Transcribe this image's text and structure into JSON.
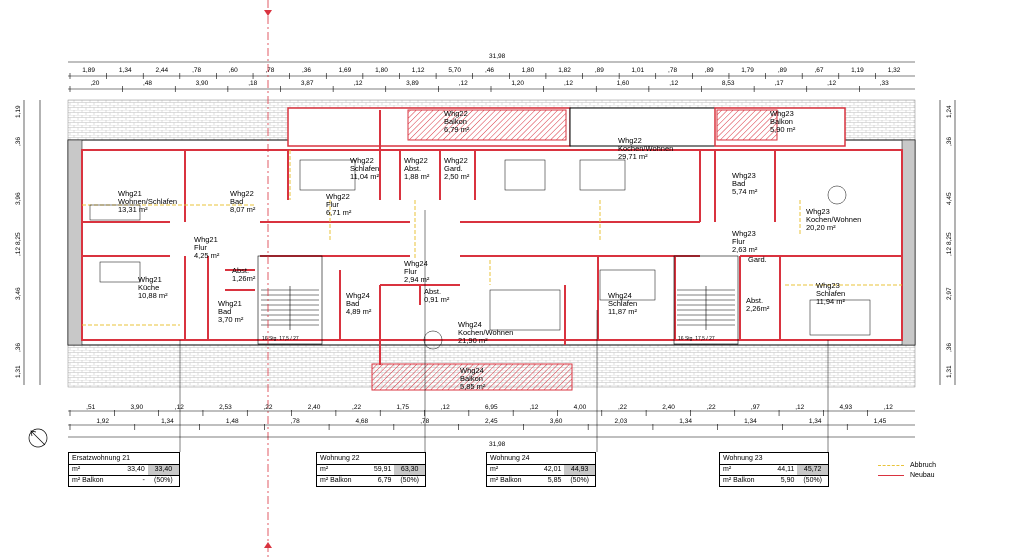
{
  "dims_top": {
    "total": "31,98",
    "row1": [
      "1,89",
      "1,34",
      "2,44",
      ",78",
      ",60",
      ",78",
      ",36",
      "1,69",
      "1,80",
      "1,12",
      "5,70",
      ",46",
      "1,80",
      "1,82",
      ",89",
      "1,01",
      ",78",
      ",89",
      "1,79",
      ",89",
      ",67",
      "1,19",
      "1,32"
    ],
    "row2": [
      ",20",
      ",48",
      "3,90",
      ",18",
      "3,87",
      ",12",
      "3,89",
      ",12",
      "1,20",
      ",12",
      "1,60",
      ",12",
      "8,53",
      ",17",
      ",12",
      ",33"
    ]
  },
  "dims_bottom": {
    "row1": [
      ",51",
      "3,90",
      ",12",
      "2,53",
      ",22",
      "2,40",
      ",22",
      "1,75",
      ",12",
      "6,95",
      ",12",
      "4,00",
      ",22",
      "2,40",
      ",22",
      ",97",
      ",12",
      "4,93",
      ",12"
    ],
    "row2": [
      "1,92",
      "1,34",
      "1,48",
      ",78",
      "4,68",
      ",78",
      "2,45",
      "3,60",
      "2,03",
      "1,34",
      "1,34",
      "1,34",
      "1,45"
    ],
    "total": "31,98"
  },
  "dims_left": [
    "1,19",
    ",36",
    "3,96",
    "8,25",
    ",12",
    "3,46",
    ",36",
    "1,31"
  ],
  "dims_right": [
    "1,24",
    ",36",
    "4,45",
    "8,25",
    ",12",
    "2,97",
    ",36",
    "1,31"
  ],
  "rooms": [
    {
      "name": "Whg21",
      "sub": "Wohnen/Schlafen",
      "area": "13,31 m²"
    },
    {
      "name": "Whg22",
      "sub": "Bad",
      "area": "8,07 m²"
    },
    {
      "name": "Whg22",
      "sub": "Schlafen",
      "area": "11,04 m²"
    },
    {
      "name": "Whg22",
      "sub": "Abst.",
      "area": "1,88 m²"
    },
    {
      "name": "Whg22",
      "sub": "Gard.",
      "area": "2,50 m²"
    },
    {
      "name": "Whg22",
      "sub": "Balkon",
      "area": "6,79 m²"
    },
    {
      "name": "Whg22",
      "sub": "Kochen/Wohnen",
      "area": "29,71 m²"
    },
    {
      "name": "Whg23",
      "sub": "Balkon",
      "area": "5,90 m²"
    },
    {
      "name": "Whg23",
      "sub": "Bad",
      "area": "5,74 m²"
    },
    {
      "name": "Whg23",
      "sub": "Kochen/Wohnen",
      "area": "20,20 m²"
    },
    {
      "name": "Whg22",
      "sub": "Flur",
      "area": "6,71 m²"
    },
    {
      "name": "Whg21",
      "sub": "Flur",
      "area": "4,25 m²"
    },
    {
      "name": "Whg23",
      "sub": "Flur",
      "area": "2,63 m²"
    },
    {
      "name": "Whg21",
      "sub": "Küche",
      "area": "10,88 m²"
    },
    {
      "name": "Abst.",
      "sub": "",
      "area": "1,26m²"
    },
    {
      "name": "Whg24",
      "sub": "Flur",
      "area": "2,94 m²"
    },
    {
      "name": "Abst.",
      "sub": "",
      "area": "0,91 m²"
    },
    {
      "name": "Whg24",
      "sub": "Bad",
      "area": "4,89 m²"
    },
    {
      "name": "Whg21",
      "sub": "Bad",
      "area": "3,70 m²"
    },
    {
      "name": "Whg24",
      "sub": "Kochen/Wohnen",
      "area": "21,90 m²"
    },
    {
      "name": "Whg24",
      "sub": "Schlafen",
      "area": "11,87 m²"
    },
    {
      "name": "Abst.",
      "sub": "",
      "area": "2,26m²"
    },
    {
      "name": "Whg23",
      "sub": "Schlafen",
      "area": "11,94 m²"
    },
    {
      "name": "Gard.",
      "sub": "",
      "area": ""
    },
    {
      "name": "Whg24",
      "sub": "Balkon",
      "area": "5,85 m²"
    }
  ],
  "stairs_label": "16 Stg. 17,5 / 27",
  "tables": [
    {
      "title": "Ersatzwohnung 21",
      "rows": [
        [
          "m²",
          "33,40",
          "33,40"
        ],
        [
          "m² Balkon",
          "-",
          "(50%)"
        ]
      ]
    },
    {
      "title": "Wohnung 22",
      "rows": [
        [
          "m²",
          "59,91",
          "63,30"
        ],
        [
          "m² Balkon",
          "6,79",
          "(50%)"
        ]
      ]
    },
    {
      "title": "Wohnung 24",
      "rows": [
        [
          "m²",
          "42,01",
          "44,93"
        ],
        [
          "m² Balkon",
          "5,85",
          "(50%)"
        ]
      ]
    },
    {
      "title": "Wohnung 23",
      "rows": [
        [
          "m²",
          "44,11",
          "45,72"
        ],
        [
          "m² Balkon",
          "5,90",
          "(50%)"
        ]
      ]
    }
  ],
  "legend": [
    {
      "label": "Abbruch",
      "color": "#e8c33a"
    },
    {
      "label": "Neubau",
      "color": "#d9333f"
    }
  ],
  "colors": {
    "neubau": "#d9333f",
    "abbruch": "#e8c33a",
    "wall_fill": "#f3c7c7",
    "roof": "#bdbdbd"
  }
}
